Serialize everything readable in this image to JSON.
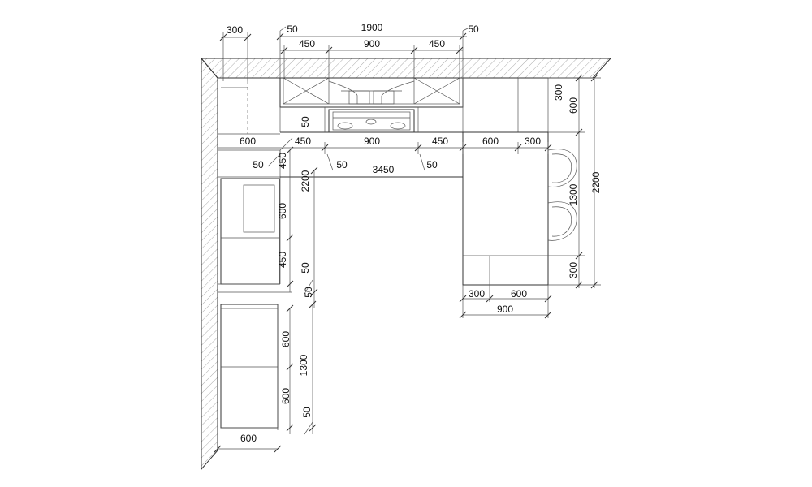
{
  "title": "",
  "dimensions": {
    "top_total": "1900",
    "top_left_margin": "50",
    "top_right_margin": "50",
    "top_left_wall_depth": "300",
    "upper_cab_left": "450",
    "upper_cab_mid": "900",
    "upper_cab_right": "450",
    "hood_gap": "50",
    "row_left_depth": "600",
    "row_left_cab": "450",
    "row_mid": "900",
    "row_right_cab": "450",
    "row_right_600": "600",
    "row_right_300": "300",
    "gap_left": "50",
    "gap_mid_left": "50",
    "gap_mid_right": "50",
    "span_total": "3450",
    "left_col_450_top": "450",
    "left_col_600": "600",
    "left_col_450_bottom": "450",
    "left_col_total": "2200",
    "left_gap_50_a": "50",
    "left_gap_50_b": "50",
    "lower_600_a": "600",
    "lower_600_b": "600",
    "lower_total": "1300",
    "lower_gap_50": "50",
    "bottom_width": "600",
    "right_300_top": "300",
    "right_600": "600",
    "right_1300": "1300",
    "right_300_bottom": "300",
    "right_total": "2200",
    "island_300": "300",
    "island_600": "600",
    "island_900": "900"
  }
}
